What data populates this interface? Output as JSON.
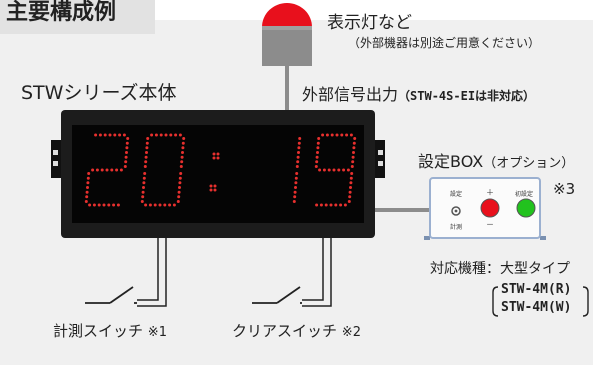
{
  "header": {
    "title": "主要構成例"
  },
  "lamp": {
    "title": "表示灯など",
    "note": "（外部機器は別途ご用意ください）"
  },
  "main_unit": {
    "label": "STWシリーズ本体"
  },
  "output": {
    "label": "外部信号出力",
    "note": "（STW-4S-EIは非対応）"
  },
  "display": {
    "digits": [
      "2",
      "0",
      "1",
      "9"
    ],
    "colon": true,
    "led_color": "#e8302e"
  },
  "setbox": {
    "label": "設定BOX",
    "note": "（オプション）",
    "mark": "※3",
    "panel_left": "設定",
    "panel_left2": "計測",
    "panel_plus": "＋",
    "panel_minus": "－",
    "panel_right": "初設定",
    "red_button_color": "#e8101c",
    "green_button_color": "#22c21e"
  },
  "models": {
    "title": "対応機種：大型タイプ",
    "items": [
      "STW-4M(R)",
      "STW-4M(W)"
    ]
  },
  "switches": [
    {
      "label": "計測スイッチ",
      "mark": "※1"
    },
    {
      "label": "クリアスイッチ",
      "mark": "※2"
    }
  ]
}
